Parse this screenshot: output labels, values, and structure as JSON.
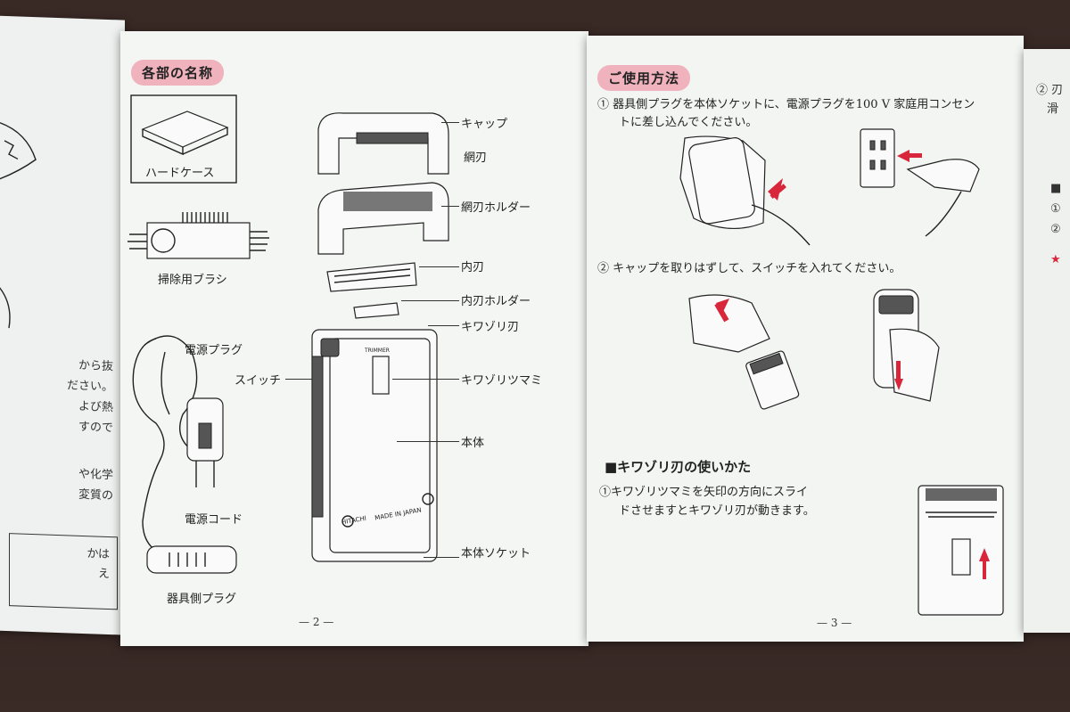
{
  "left_page": {
    "section_title": "各部の名称",
    "labels": {
      "hard_case": "ハードケース",
      "brush": "掃除用ブラシ",
      "power_plug": "電源プラグ",
      "switch": "スイッチ",
      "power_cord": "電源コード",
      "device_plug": "器具側プラグ",
      "cap": "キャップ",
      "net_blade": "網刃",
      "net_blade_holder": "網刃ホルダー",
      "inner_blade": "内刃",
      "inner_blade_holder": "内刃ホルダー",
      "trimmer_blade": "キワゾリ刃",
      "trimmer_knob": "キワゾリツマミ",
      "body": "本体",
      "body_socket": "本体ソケット"
    },
    "product_marks": {
      "brand": "HITACHI",
      "made_in": "MADE IN JAPAN",
      "knob_mark": "TRIMMER"
    },
    "page_number": "— 2 —"
  },
  "left_fragment": {
    "lines": [
      "から抜",
      "ださい。",
      "よび熱",
      "すので",
      "や化学",
      "変質の"
    ],
    "box_lines": [
      "かは",
      "え"
    ]
  },
  "right_page": {
    "section_title": "ご使用方法",
    "step1_line1": "① 器具側プラグを本体ソケットに、電源プラグを100 V 家庭用コンセン",
    "step1_line2": "トに差し込んでください。",
    "step2": "② キャップを取りはずして、スイッチを入れてください。",
    "trimmer_heading": "■キワゾリ刃の使いかた",
    "trimmer_line1": "①キワゾリツマミを矢印の方向にスライ",
    "trimmer_line2": "ドさせますとキワゾリ刃が動きます。",
    "page_number": "— 3 —"
  },
  "right_fragment": {
    "lines": [
      "② 刃",
      "滑",
      "■",
      "①",
      "②",
      "★"
    ]
  },
  "colors": {
    "badge_pink": "#f0b3bd",
    "arrow_red": "#d8263a",
    "paper": "#f4f6f3",
    "background": "#3a2a26"
  }
}
